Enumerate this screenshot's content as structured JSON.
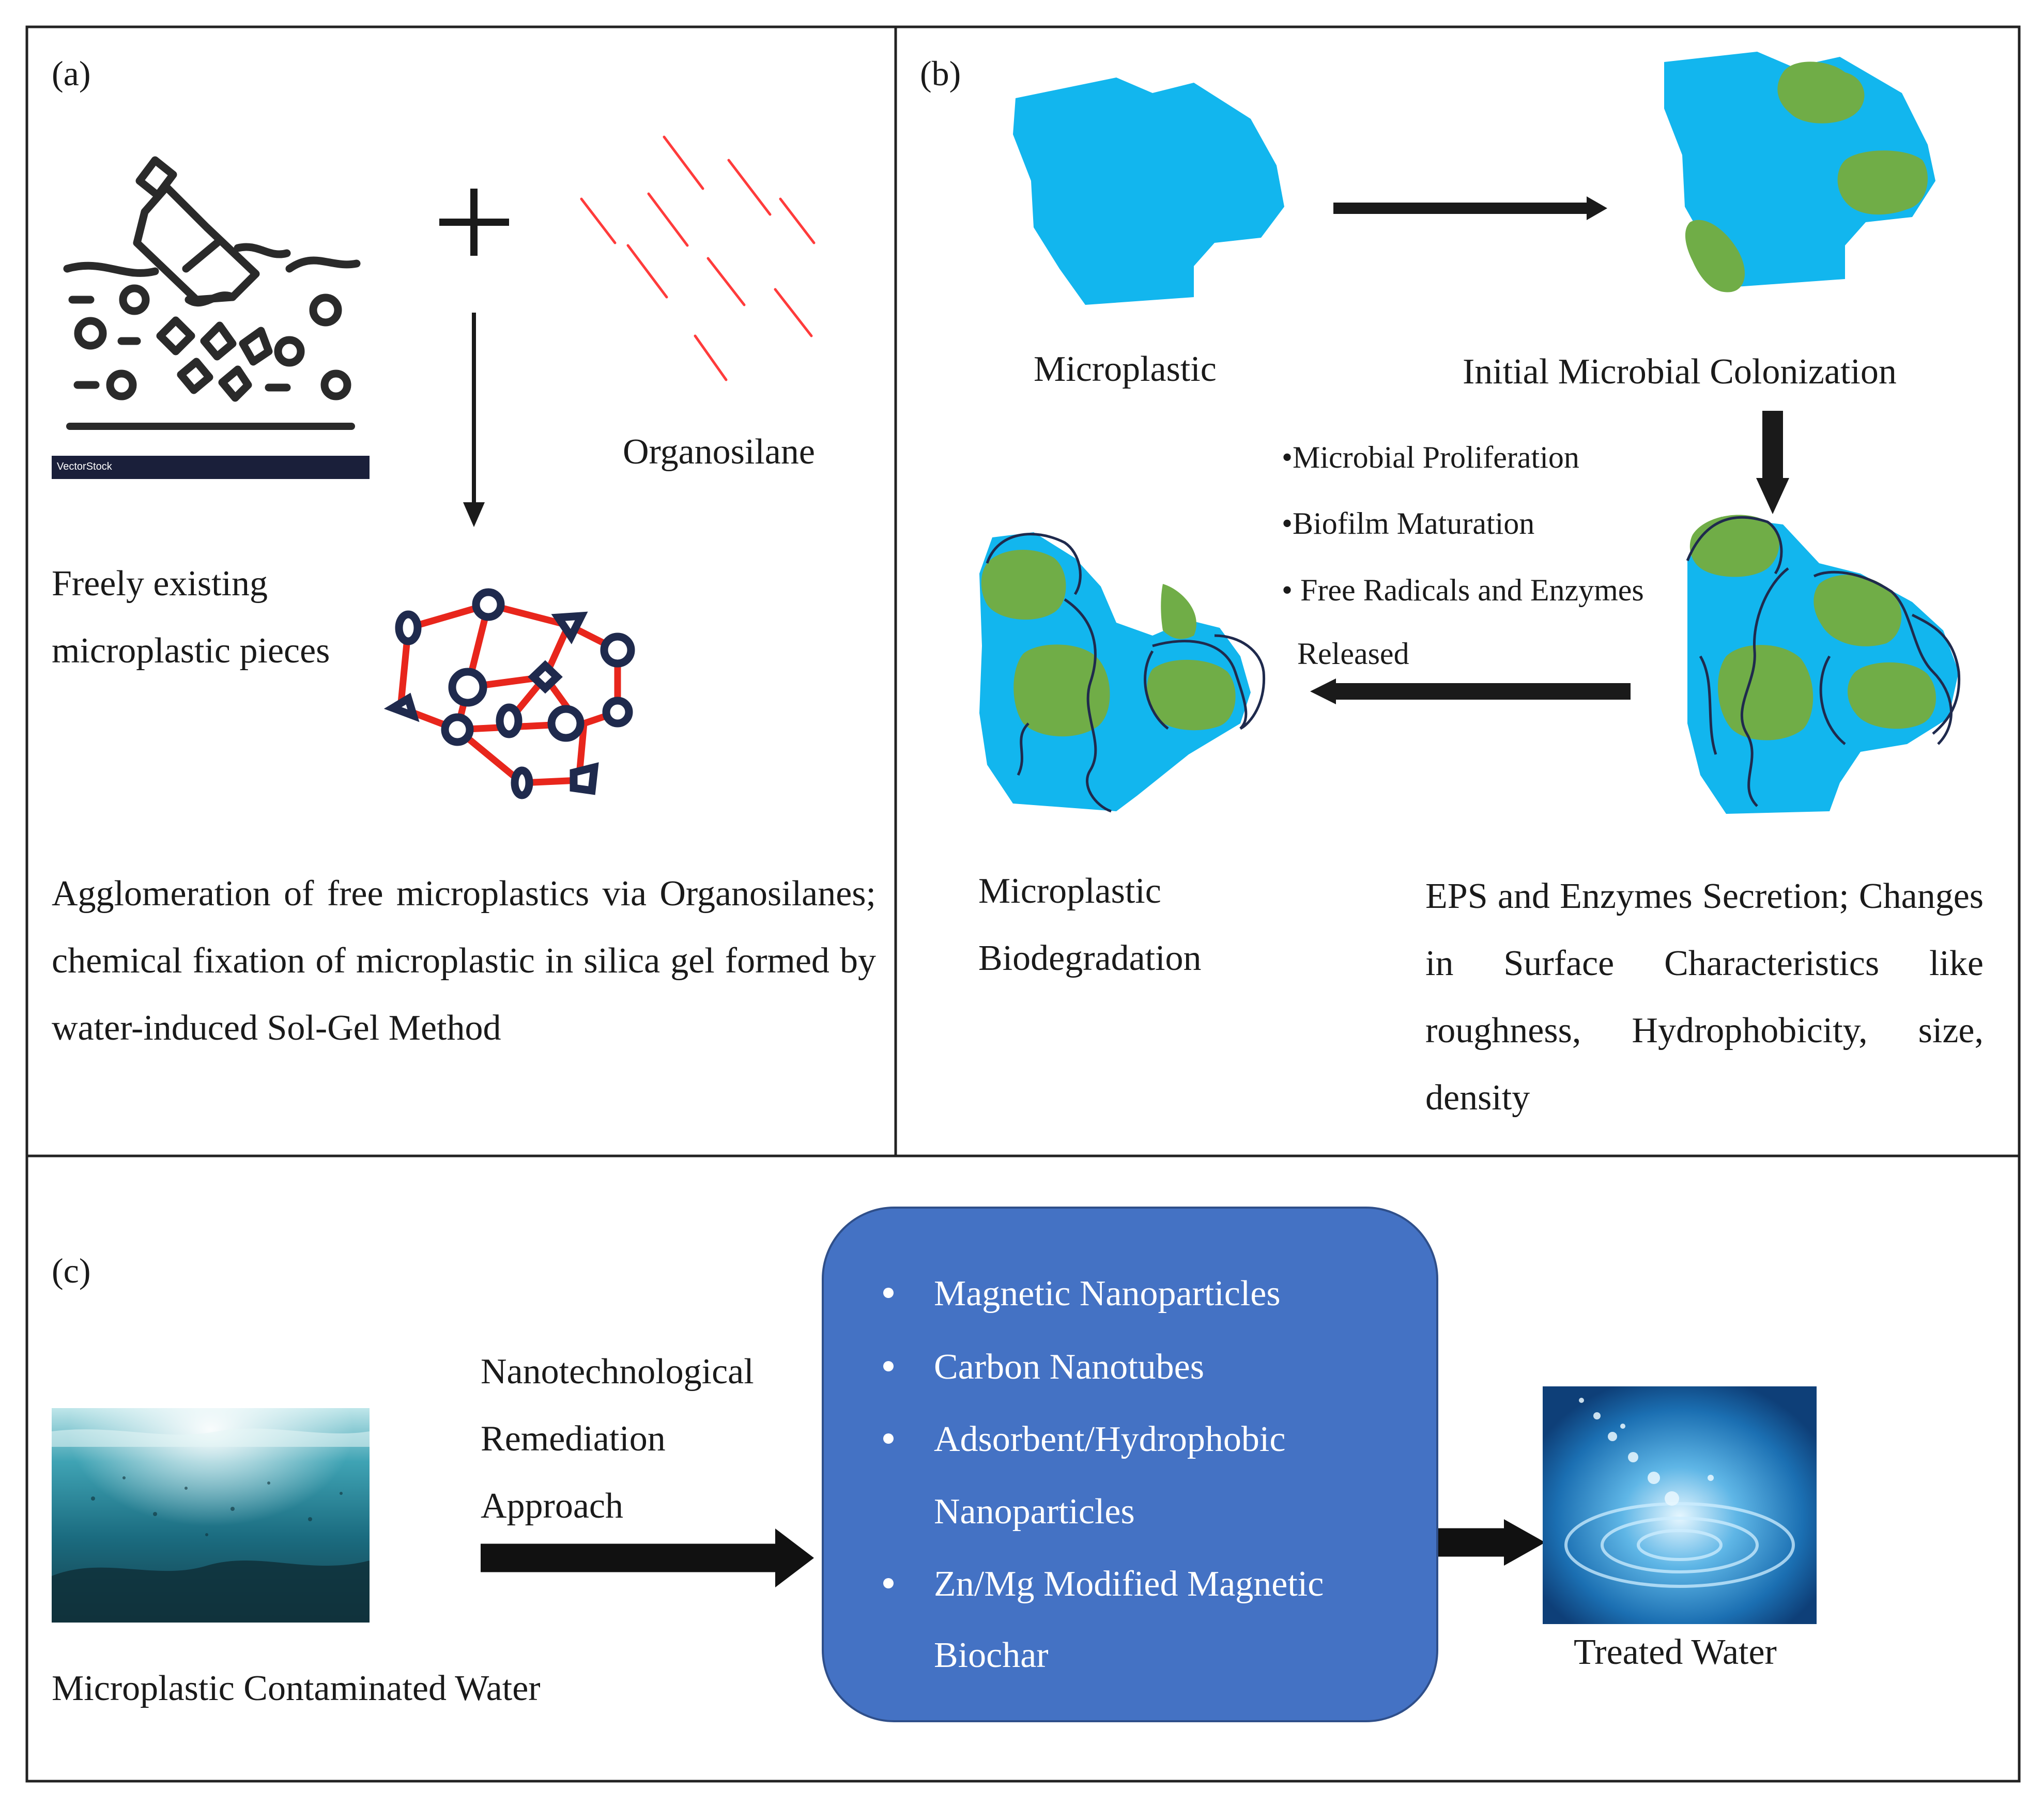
{
  "panel_a": {
    "label": "(a)",
    "organosilane": "Organosilane",
    "freely_line1": "Freely existing",
    "freely_line2": "microplastic pieces",
    "stock_watermark": "VectorStock",
    "description": "Agglomeration of free microplastics via Organosilanes; chemical fixation of microplastic in silica gel formed by water-induced Sol-Gel Method"
  },
  "panel_b": {
    "label": "(b)",
    "microplastic": "Microplastic",
    "initial_colonization": "Initial Microbial Colonization",
    "bullet1": "•Microbial Proliferation",
    "bullet2": "•Biofilm Maturation",
    "bullet3": "•  Free Radicals and Enzymes",
    "bullet3_cont": "Released",
    "biodeg_line1": "Microplastic",
    "biodeg_line2": "Biodegradation",
    "eps_text": "EPS and Enzymes Secretion; Changes in Surface Characteristics like roughness, Hydrophobicity, size, density"
  },
  "panel_c": {
    "label": "(c)",
    "contaminated": "Microplastic Contaminated Water",
    "approach_line1": "Nanotechnological",
    "approach_line2": "Remediation",
    "approach_line3": "Approach",
    "items": [
      "Magnetic Nanoparticles",
      "Carbon Nanotubes",
      "Adsorbent/Hydrophobic",
      "Nanoparticles",
      "Zn/Mg Modified Magnetic",
      "Biochar"
    ],
    "treated": "Treated Water"
  },
  "colors": {
    "plastic_blue": "#12b6ee",
    "microbe_green": "#70ad47",
    "box_blue": "#4472c4",
    "silane_red": "#ff2a2a",
    "network_red": "#e8261c",
    "navy": "#1f2a4d"
  }
}
